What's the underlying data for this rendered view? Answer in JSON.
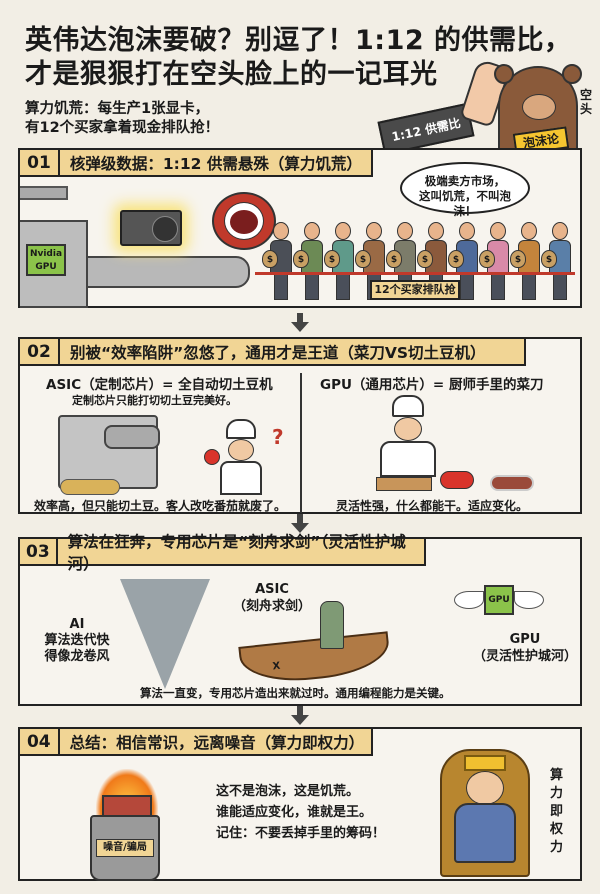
{
  "title": {
    "line1": "英伟达泡沫要破？别逗了！1:12 的供需比，",
    "line2": "才是狠狠打在空头脸上的一记耳光"
  },
  "subtitle": {
    "line1": "算力饥荒：每生产1张显卡，",
    "line2": "有12个买家拿着现金排队抢！"
  },
  "hero": {
    "sleeve_label": "1:12 供需比",
    "bear_sign": "泡沫论",
    "bear_tag": "空头"
  },
  "sections": [
    {
      "num": "01",
      "title": "核弹级数据：1:12 供需悬殊（算力饥荒）",
      "factory_label": "Nvidia GPU",
      "bubble_line1": "极端卖方市场，",
      "bubble_line2": "这叫饥荒，不叫泡沫！",
      "queue_sign": "12个买家排队抢",
      "buyer_symbol": "$",
      "buyer_colors": [
        "#4b4f57",
        "#6c8a55",
        "#5f9a8a",
        "#9a6a45",
        "#7c7c6a",
        "#8b5a3c",
        "#4e6a9a",
        "#d98aa8",
        "#c4843c",
        "#5a7fa8"
      ]
    },
    {
      "num": "02",
      "title": "别被“效率陷阱”忽悠了，通用才是王道（菜刀VS切土豆机）",
      "left_heading": "ASIC（定制芯片）= 全自动切土豆机",
      "left_sub": "定制芯片只能打切切土豆完美好。",
      "left_caption": "效率高，但只能切土豆。客人改吃番茄就废了。",
      "question_mark": "?",
      "right_heading": "GPU（通用芯片）= 厨师手里的菜刀",
      "right_caption": "灵活性强，什么都能干。适应变化。"
    },
    {
      "num": "03",
      "title": "算法在狂奔，专用芯片是“刻舟求剑”（灵活性护城河）",
      "ai_line1": "AI",
      "ai_line2": "算法迭代快",
      "ai_line3": "得像龙卷风",
      "asic_line1": "ASIC",
      "asic_line2": "（刻舟求剑）",
      "boat_mark": "X",
      "gpu_chip": "GPU",
      "gpu_line1": "GPU",
      "gpu_line2": "（灵活性护城河）",
      "caption": "算法一直变，专用芯片造出来就过时。通用编程能力是关键。"
    },
    {
      "num": "04",
      "title": "总结：相信常识，远离噪音（算力即权力）",
      "trash_label": "噪音/骗局",
      "line1": "这不是泡沫，这是饥荒。",
      "line2": "谁能适应变化，谁就是王。",
      "line3": "记住：不要丢掉手里的筹码！",
      "king_label": "算力即权力"
    }
  ],
  "colors": {
    "background": "#f2eee5",
    "header_fill": "#f1d595",
    "gpu_green": "#8bc34a",
    "rope_red": "#c0392b"
  }
}
